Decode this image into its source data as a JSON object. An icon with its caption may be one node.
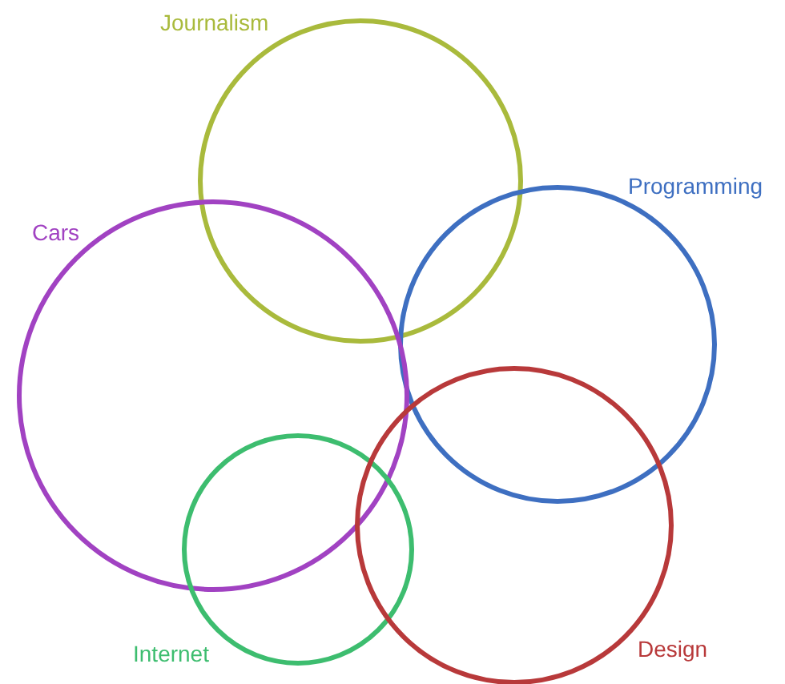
{
  "diagram": {
    "nodes": [
      {
        "text": [
          "Journalism"
        ]
      },
      {
        "text": [
          "Programming"
        ]
      },
      {
        "text": [
          "Cars"
        ]
      },
      {
        "text": [
          "Internet"
        ]
      },
      {
        "text": [
          "Design"
        ]
      }
    ],
    "edges": []
  }
}
